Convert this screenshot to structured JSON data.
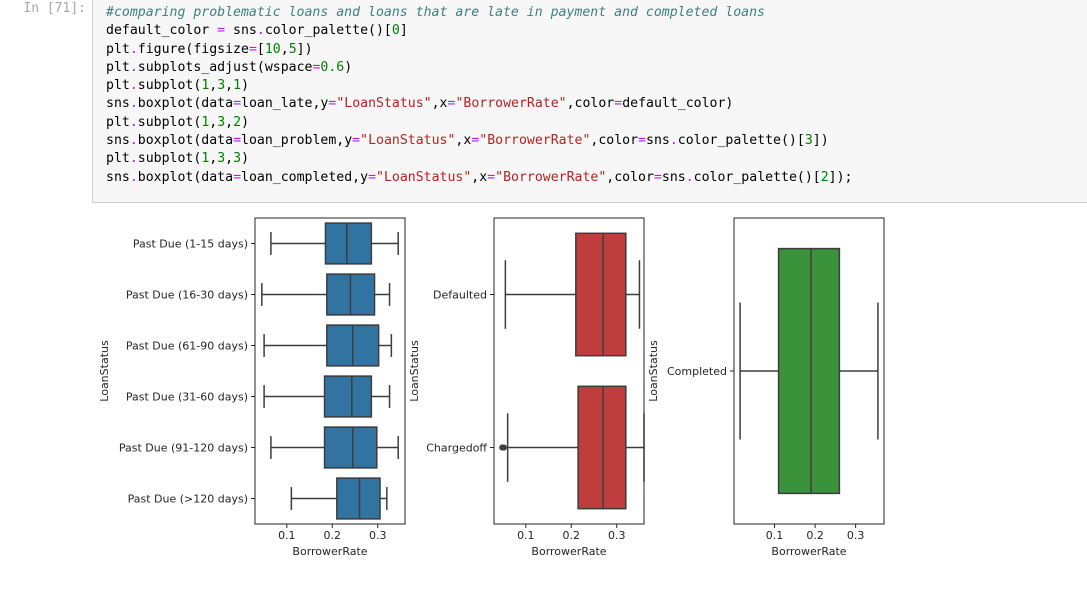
{
  "cell": {
    "prompt": "In [71]:",
    "code": [
      [
        {
          "t": "#comparing problematic loans and loans that are late in payment and completed loans",
          "c": "comment"
        }
      ],
      [
        {
          "t": "default_color "
        },
        {
          "t": "=",
          "c": "op"
        },
        {
          "t": " sns"
        },
        {
          "t": ".",
          "c": "op"
        },
        {
          "t": "color_palette()["
        },
        {
          "t": "0",
          "c": "num"
        },
        {
          "t": "]"
        }
      ],
      [
        {
          "t": "plt"
        },
        {
          "t": ".",
          "c": "op"
        },
        {
          "t": "figure(figsize"
        },
        {
          "t": "=",
          "c": "op"
        },
        {
          "t": "["
        },
        {
          "t": "10",
          "c": "num"
        },
        {
          "t": ","
        },
        {
          "t": "5",
          "c": "num"
        },
        {
          "t": "])"
        }
      ],
      [
        {
          "t": "plt"
        },
        {
          "t": ".",
          "c": "op"
        },
        {
          "t": "subplots_adjust(wspace"
        },
        {
          "t": "=",
          "c": "op"
        },
        {
          "t": "0.6",
          "c": "num"
        },
        {
          "t": ")"
        }
      ],
      [
        {
          "t": "plt"
        },
        {
          "t": ".",
          "c": "op"
        },
        {
          "t": "subplot("
        },
        {
          "t": "1",
          "c": "num"
        },
        {
          "t": ","
        },
        {
          "t": "3",
          "c": "num"
        },
        {
          "t": ","
        },
        {
          "t": "1",
          "c": "num"
        },
        {
          "t": ")"
        }
      ],
      [
        {
          "t": "sns"
        },
        {
          "t": ".",
          "c": "op"
        },
        {
          "t": "boxplot(data"
        },
        {
          "t": "=",
          "c": "op"
        },
        {
          "t": "loan_late,y"
        },
        {
          "t": "=",
          "c": "op"
        },
        {
          "t": "\"LoanStatus\"",
          "c": "str"
        },
        {
          "t": ",x"
        },
        {
          "t": "=",
          "c": "op"
        },
        {
          "t": "\"BorrowerRate\"",
          "c": "str"
        },
        {
          "t": ",color"
        },
        {
          "t": "=",
          "c": "op"
        },
        {
          "t": "default_color)"
        }
      ],
      [
        {
          "t": "plt"
        },
        {
          "t": ".",
          "c": "op"
        },
        {
          "t": "subplot("
        },
        {
          "t": "1",
          "c": "num"
        },
        {
          "t": ","
        },
        {
          "t": "3",
          "c": "num"
        },
        {
          "t": ","
        },
        {
          "t": "2",
          "c": "num"
        },
        {
          "t": ")"
        }
      ],
      [
        {
          "t": "sns"
        },
        {
          "t": ".",
          "c": "op"
        },
        {
          "t": "boxplot(data"
        },
        {
          "t": "=",
          "c": "op"
        },
        {
          "t": "loan_problem,y"
        },
        {
          "t": "=",
          "c": "op"
        },
        {
          "t": "\"LoanStatus\"",
          "c": "str"
        },
        {
          "t": ",x"
        },
        {
          "t": "=",
          "c": "op"
        },
        {
          "t": "\"BorrowerRate\"",
          "c": "str"
        },
        {
          "t": ",color"
        },
        {
          "t": "=",
          "c": "op"
        },
        {
          "t": "sns"
        },
        {
          "t": ".",
          "c": "op"
        },
        {
          "t": "color_palette()["
        },
        {
          "t": "3",
          "c": "num"
        },
        {
          "t": "])"
        }
      ],
      [
        {
          "t": "plt"
        },
        {
          "t": ".",
          "c": "op"
        },
        {
          "t": "subplot("
        },
        {
          "t": "1",
          "c": "num"
        },
        {
          "t": ","
        },
        {
          "t": "3",
          "c": "num"
        },
        {
          "t": ","
        },
        {
          "t": "3",
          "c": "num"
        },
        {
          "t": ")"
        }
      ],
      [
        {
          "t": "sns"
        },
        {
          "t": ".",
          "c": "op"
        },
        {
          "t": "boxplot(data"
        },
        {
          "t": "=",
          "c": "op"
        },
        {
          "t": "loan_completed,y"
        },
        {
          "t": "=",
          "c": "op"
        },
        {
          "t": "\"LoanStatus\"",
          "c": "str"
        },
        {
          "t": ",x"
        },
        {
          "t": "=",
          "c": "op"
        },
        {
          "t": "\"BorrowerRate\"",
          "c": "str"
        },
        {
          "t": ",color"
        },
        {
          "t": "=",
          "c": "op"
        },
        {
          "t": "sns"
        },
        {
          "t": ".",
          "c": "op"
        },
        {
          "t": "color_palette()["
        },
        {
          "t": "2",
          "c": "num"
        },
        {
          "t": "]);"
        }
      ]
    ]
  },
  "chart_data": [
    {
      "type": "box",
      "orientation": "horizontal",
      "xlabel": "BorrowerRate",
      "ylabel": "LoanStatus",
      "xlim": [
        0.03,
        0.36
      ],
      "xticks": [
        0.1,
        0.2,
        0.3
      ],
      "xtick_labels": [
        "0.1",
        "0.2",
        "0.3"
      ],
      "color": "#3274a1",
      "boxes": [
        {
          "category": "Past Due (1-15 days)",
          "whislo": 0.065,
          "q1": 0.185,
          "median": 0.232,
          "q3": 0.286,
          "whishi": 0.345
        },
        {
          "category": "Past Due (16-30 days)",
          "whislo": 0.045,
          "q1": 0.188,
          "median": 0.24,
          "q3": 0.293,
          "whishi": 0.326
        },
        {
          "category": "Past Due (61-90 days)",
          "whislo": 0.05,
          "q1": 0.188,
          "median": 0.245,
          "q3": 0.302,
          "whishi": 0.33
        },
        {
          "category": "Past Due (31-60 days)",
          "whislo": 0.05,
          "q1": 0.183,
          "median": 0.243,
          "q3": 0.286,
          "whishi": 0.326
        },
        {
          "category": "Past Due (91-120 days)",
          "whislo": 0.065,
          "q1": 0.183,
          "median": 0.245,
          "q3": 0.298,
          "whishi": 0.345
        },
        {
          "category": "Past Due (>120 days)",
          "whislo": 0.11,
          "q1": 0.21,
          "median": 0.26,
          "q3": 0.305,
          "whishi": 0.32
        }
      ]
    },
    {
      "type": "box",
      "orientation": "horizontal",
      "xlabel": "BorrowerRate",
      "ylabel": "LoanStatus",
      "xlim": [
        0.03,
        0.36
      ],
      "xticks": [
        0.1,
        0.2,
        0.3
      ],
      "xtick_labels": [
        "0.1",
        "0.2",
        "0.3"
      ],
      "color": "#c03d3e",
      "boxes": [
        {
          "category": "Defaulted",
          "whislo": 0.055,
          "q1": 0.21,
          "median": 0.27,
          "q3": 0.32,
          "whishi": 0.35,
          "outliers": []
        },
        {
          "category": "Chargedoff",
          "whislo": 0.06,
          "q1": 0.215,
          "median": 0.27,
          "q3": 0.32,
          "whishi": 0.36,
          "outliers": [
            0.048,
            0.05,
            0.052
          ]
        }
      ]
    },
    {
      "type": "box",
      "orientation": "horizontal",
      "xlabel": "BorrowerRate",
      "ylabel": "LoanStatus",
      "xlim": [
        0.0,
        0.37
      ],
      "xticks": [
        0.1,
        0.2,
        0.3
      ],
      "xtick_labels": [
        "0.1",
        "0.2",
        "0.3"
      ],
      "color": "#3a923a",
      "boxes": [
        {
          "category": "Completed",
          "whislo": 0.015,
          "q1": 0.11,
          "median": 0.19,
          "q3": 0.26,
          "whishi": 0.355
        }
      ]
    }
  ]
}
